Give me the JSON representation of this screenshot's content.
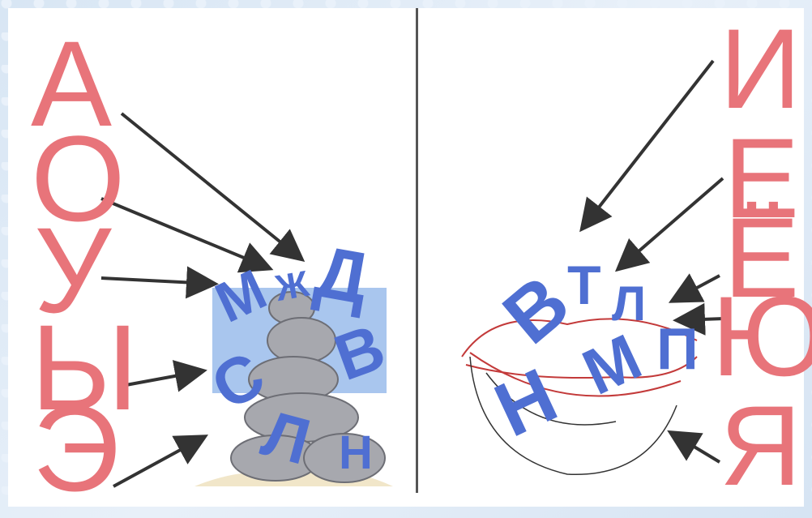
{
  "left_panel": {
    "vowels": [
      "А",
      "О",
      "У",
      "Ы",
      "Э"
    ],
    "consonants": [
      "М",
      "Д",
      "Ж",
      "С",
      "В",
      "Л",
      "Н"
    ]
  },
  "right_panel": {
    "vowels": [
      "И",
      "Е",
      "Ё",
      "Ю",
      "Я"
    ],
    "consonants": [
      "В",
      "Т",
      "Л",
      "Н",
      "М",
      "П"
    ]
  },
  "colors": {
    "vowel": "#e8747a",
    "consonant": "#4f6fd2",
    "arrow": "#333333",
    "divider": "#555555"
  }
}
